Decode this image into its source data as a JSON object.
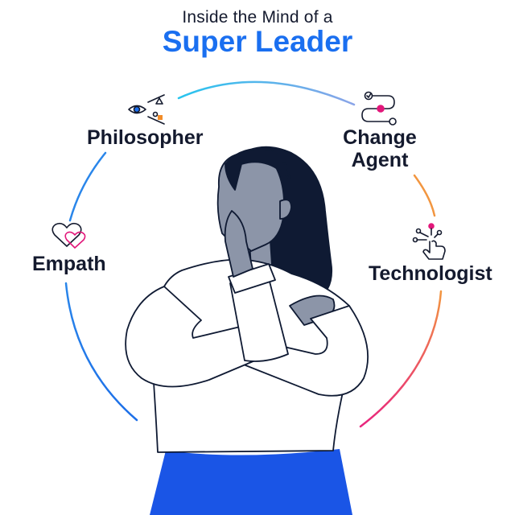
{
  "title": {
    "line1": "Inside the Mind of a",
    "line2": "Super Leader"
  },
  "roles": {
    "philosopher": {
      "label": "Philosopher",
      "icon": "eye-shapes-icon"
    },
    "change_agent": {
      "label_line1": "Change",
      "label_line2": "Agent",
      "icon": "path-nodes-icon"
    },
    "technologist": {
      "label": "Technologist",
      "icon": "touch-network-icon"
    },
    "empath": {
      "label": "Empath",
      "icon": "two-hearts-icon"
    }
  },
  "colors": {
    "title_blue": "#1a6ff0",
    "text_dark": "#141a2e",
    "arc_blue": "#1d6fe8",
    "arc_cyan": "#27c4ee",
    "arc_orange": "#f29640",
    "arc_pink": "#e8257e",
    "skin": "#8c95a8",
    "hair": "#0f1a33",
    "skirt": "#1a55e6",
    "accent_pink": "#e2177a",
    "accent_orange": "#f28c28"
  }
}
